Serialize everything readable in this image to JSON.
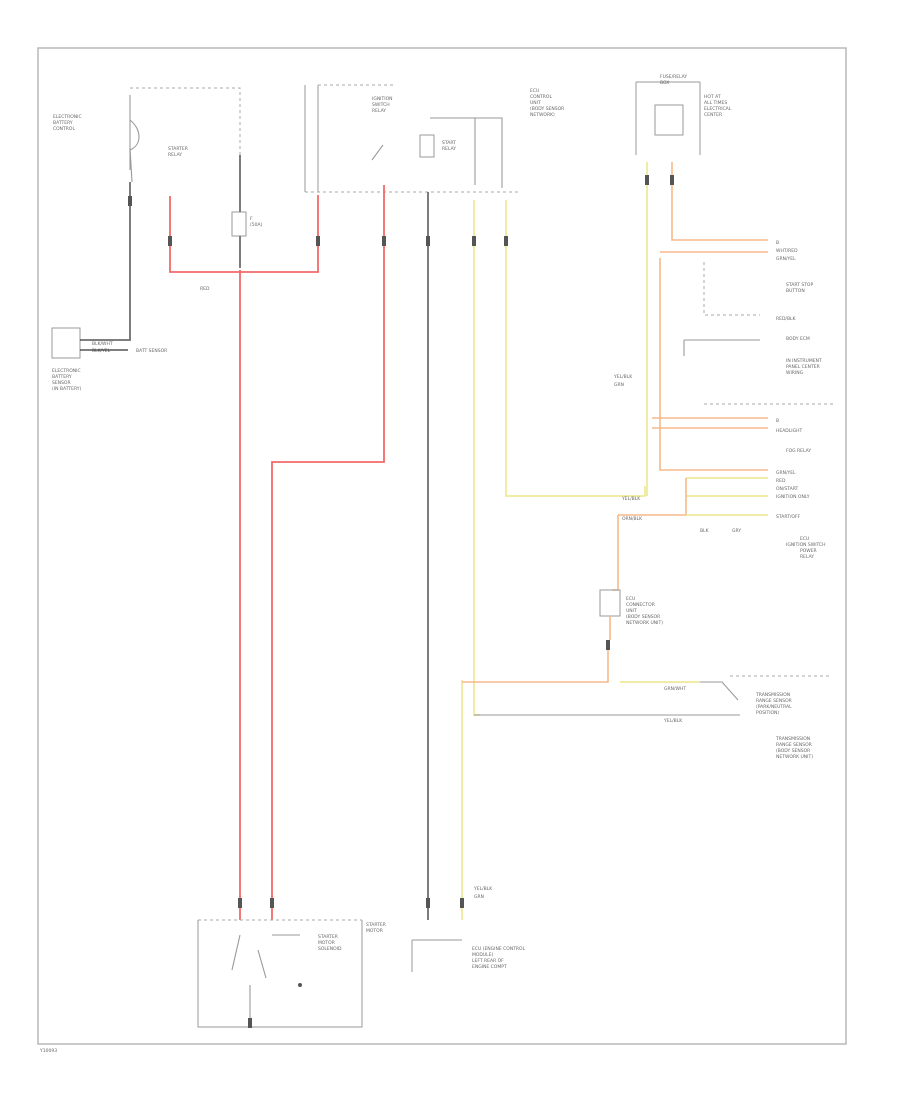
{
  "diagram": {
    "footer_code": "Y10093",
    "components": {
      "left_top": [
        "ELECTRONIC",
        "BATTERY",
        "CONTROL"
      ],
      "starter_relay_label": [
        "STARTER",
        "RELAY"
      ],
      "fuse_left": [
        "F",
        "(50A)"
      ],
      "ignition_label": [
        "IGNITION",
        "SWITCH",
        "RELAY"
      ],
      "start_relay_label": [
        "START",
        "RELAY"
      ],
      "ecu_title": [
        "ECU",
        "CONTROL",
        "UNIT",
        "(BODY SENSOR",
        "NETWORK)"
      ],
      "left_sensor": [
        "ELECTRONIC",
        "BATTERY",
        "SENSOR",
        "(IN BATTERY)"
      ],
      "left_sensor_wires": [
        "BLK/WHT",
        "BLK/YEL",
        "BATT SENSOR"
      ],
      "red_wire_tag": "RED",
      "top_right_box": [
        "FUSE/RELAY",
        "BOX"
      ],
      "top_right_side": [
        "HOT AT",
        "ALL TIMES",
        "ELECTRICAL",
        "CENTER"
      ],
      "right_block_1": [
        "B",
        "WHT/RED",
        "GRN/YEL"
      ],
      "right_block_2": [
        "START STOP",
        "BUTTON"
      ],
      "right_block_3": [
        "RED/BLK"
      ],
      "right_block_4": [
        "BODY ECM"
      ],
      "right_block_5": [
        "IN INSTRUMENT",
        "PANEL CENTER",
        "WIRING"
      ],
      "right_block_6": [
        "B",
        "HEADLIGHT",
        "FOG RELAY"
      ],
      "right_block_7": [
        "GRN/YEL",
        "RED",
        "ON/START",
        "IGNITION ONLY"
      ],
      "right_block_8": [
        "START/OFF"
      ],
      "right_block_9": [
        "ECU",
        "IGNITION SWITCH",
        "POWER",
        "RELAY"
      ],
      "right_mid_tags": [
        "YEL/BLK",
        "GRN",
        "YEL/BLK",
        "ORN/BLK",
        "BLK",
        "GRY"
      ],
      "middle_device": [
        "ECU",
        "CONNECTOR",
        "UNIT",
        "(BODY SENSOR",
        "NETWORK UNIT)"
      ],
      "trans_switch": [
        "TRANSMISSION",
        "RANGE SENSOR",
        "(PARK/NEUTRAL",
        "POSITION)"
      ],
      "trans_switch_sub": [
        "TRANSMISSION",
        "RANGE SENSOR",
        "(BODY SENSOR",
        "NETWORK UNIT)"
      ],
      "trans_wires": [
        "GRN/WHT",
        "YEL/BLK"
      ],
      "bottom_starter": [
        "STARTER",
        "MOTOR",
        "SOLENOID"
      ],
      "bottom_starter_side": [
        "STARTER",
        "MOTOR"
      ],
      "bottom_ecu": [
        "ECU (ENGINE CONTROL",
        "MODULE)",
        "LEFT REAR OF",
        "ENGINE COMPT"
      ],
      "bottom_ecu_tags": [
        "YEL/BLK",
        "GRN"
      ]
    }
  }
}
